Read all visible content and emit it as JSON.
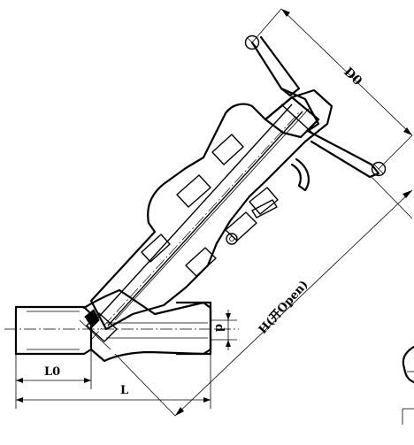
{
  "dimensions": {
    "d0": "D0",
    "h_open": "H(开Open)",
    "d": "d",
    "l0": "L0",
    "l": "L"
  }
}
